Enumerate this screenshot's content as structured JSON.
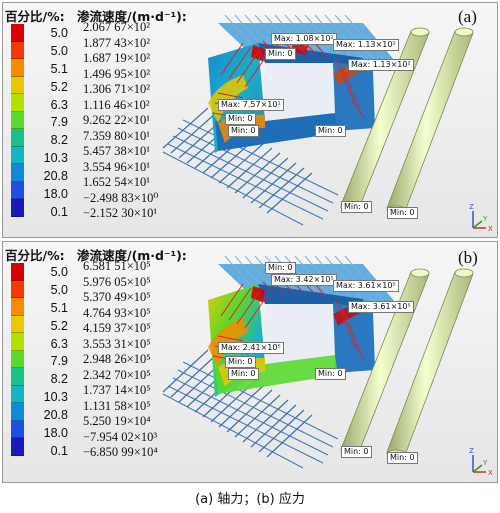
{
  "legend_colors": [
    "#d80000",
    "#f03a00",
    "#f58c00",
    "#e8c800",
    "#b4e000",
    "#5ad830",
    "#18c08c",
    "#12b4c8",
    "#1288d8",
    "#1f4ee0",
    "#1a1ab8"
  ],
  "panels": [
    {
      "tag": "(a)",
      "pct_title": "百分比/%:",
      "flow_title": "渗流速度/(m·d⁻¹):",
      "percents": [
        "5.0",
        "5.0",
        "5.1",
        "5.2",
        "6.3",
        "7.9",
        "8.2",
        "10.3",
        "20.8",
        "18.0",
        "0.1"
      ],
      "values": [
        "2.067 67×10²",
        "1.877 43×10²",
        "1.687 19×10²",
        "1.496 95×10²",
        "1.306 71×10²",
        "1.116 46×10²",
        "9.262 22×10¹",
        "7.359 80×10¹",
        "5.457 38×10¹",
        "3.554 96×10¹",
        "1.652 54×10¹",
        "−2.498 83×10⁰",
        "−2.152 30×10¹"
      ],
      "labels": [
        "Max: 1.08×10²",
        "Max: 1.13×10²",
        "Max: 1.13×10²",
        "Max: 7.57×10¹",
        "Min: 0",
        "Min: 0",
        "Min: 0",
        "Min: 0",
        "Min: 0",
        "Min: 0"
      ]
    },
    {
      "tag": "(b)",
      "pct_title": "百分比/%:",
      "flow_title": "渗流速度/(m·d⁻¹):",
      "percents": [
        "5.0",
        "5.0",
        "5.1",
        "5.2",
        "6.3",
        "7.9",
        "8.2",
        "10.3",
        "20.8",
        "18.0",
        "0.1"
      ],
      "values": [
        "6.581 51×10⁵",
        "5.976 05×10⁵",
        "5.370 49×10⁵",
        "4.764 93×10⁵",
        "4.159 37×10⁵",
        "3.553 31×10⁵",
        "2.948 26×10⁵",
        "2.342 70×10⁵",
        "1.737 14×10⁵",
        "1.131 58×10⁵",
        "5.250 19×10⁴",
        "−7.954 02×10³",
        "−6.850 99×10⁴"
      ],
      "labels": [
        "Max: 3.42×10⁵",
        "Max: 3.61×10⁵",
        "Max: 3.61×10⁵",
        "Max: 2.41×10⁵",
        "Min: 0",
        "Min: 0",
        "Min: 0",
        "Min: 0",
        "Min: 0",
        "Min: 0"
      ]
    }
  ],
  "axis": {
    "x": "X",
    "y": "Y",
    "z": "Z"
  },
  "caption": "(a)  轴力；(b)  应力"
}
